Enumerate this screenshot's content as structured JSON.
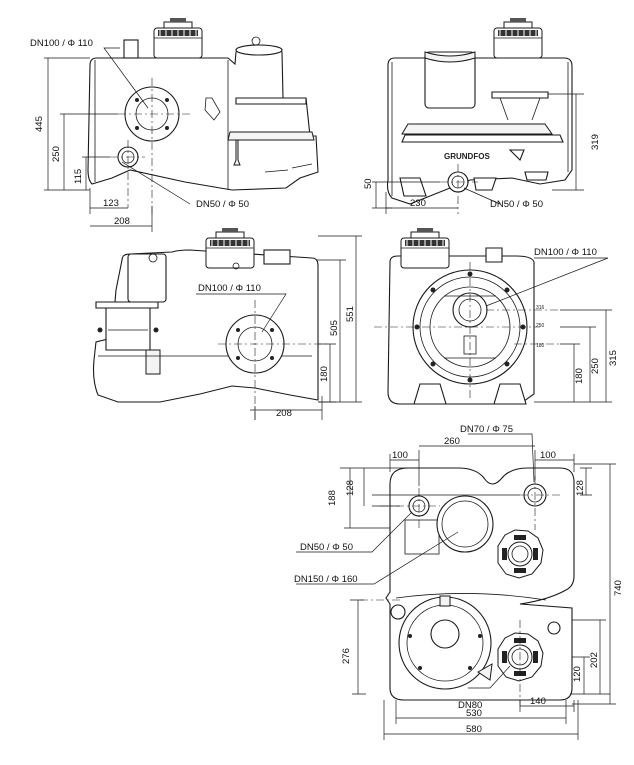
{
  "brand": "GRUNDFOS",
  "views": {
    "front": {
      "labels": {
        "inlet": "DN100 /   Φ 110",
        "vent": "DN50 /   Φ 50"
      },
      "dims": {
        "h445": "445",
        "h250": "250",
        "h115": "115",
        "w123": "123",
        "w208": "208"
      }
    },
    "side": {
      "labels": {
        "vent": "DN50 /   Φ 50"
      },
      "dims": {
        "h319": "319",
        "h50": "50",
        "w230": "230"
      }
    },
    "rear": {
      "labels": {
        "inlet": "DN100 /   Φ 110"
      },
      "dims": {
        "h505": "505",
        "h551": "551",
        "h180": "180",
        "w208": "208"
      }
    },
    "end": {
      "labels": {
        "inlet": "DN100 /   Φ 110"
      },
      "marks": [
        "316",
        "250",
        "180"
      ],
      "dims": {
        "h315": "315",
        "h250": "250",
        "h180": "180"
      }
    },
    "top": {
      "labels": {
        "dn70": "DN70 /   Φ 75",
        "dn50": "DN50 /   Φ 50",
        "dn150": "DN150 /   Φ 160",
        "dn80": "DN80"
      },
      "dims": {
        "w260": "260",
        "w100a": "100",
        "w100b": "100",
        "h188": "188",
        "h128a": "128",
        "h128b": "128",
        "h276": "276",
        "h120": "120",
        "h202": "202",
        "w140": "140",
        "w530": "530",
        "w580": "580",
        "h740": "740"
      }
    }
  }
}
